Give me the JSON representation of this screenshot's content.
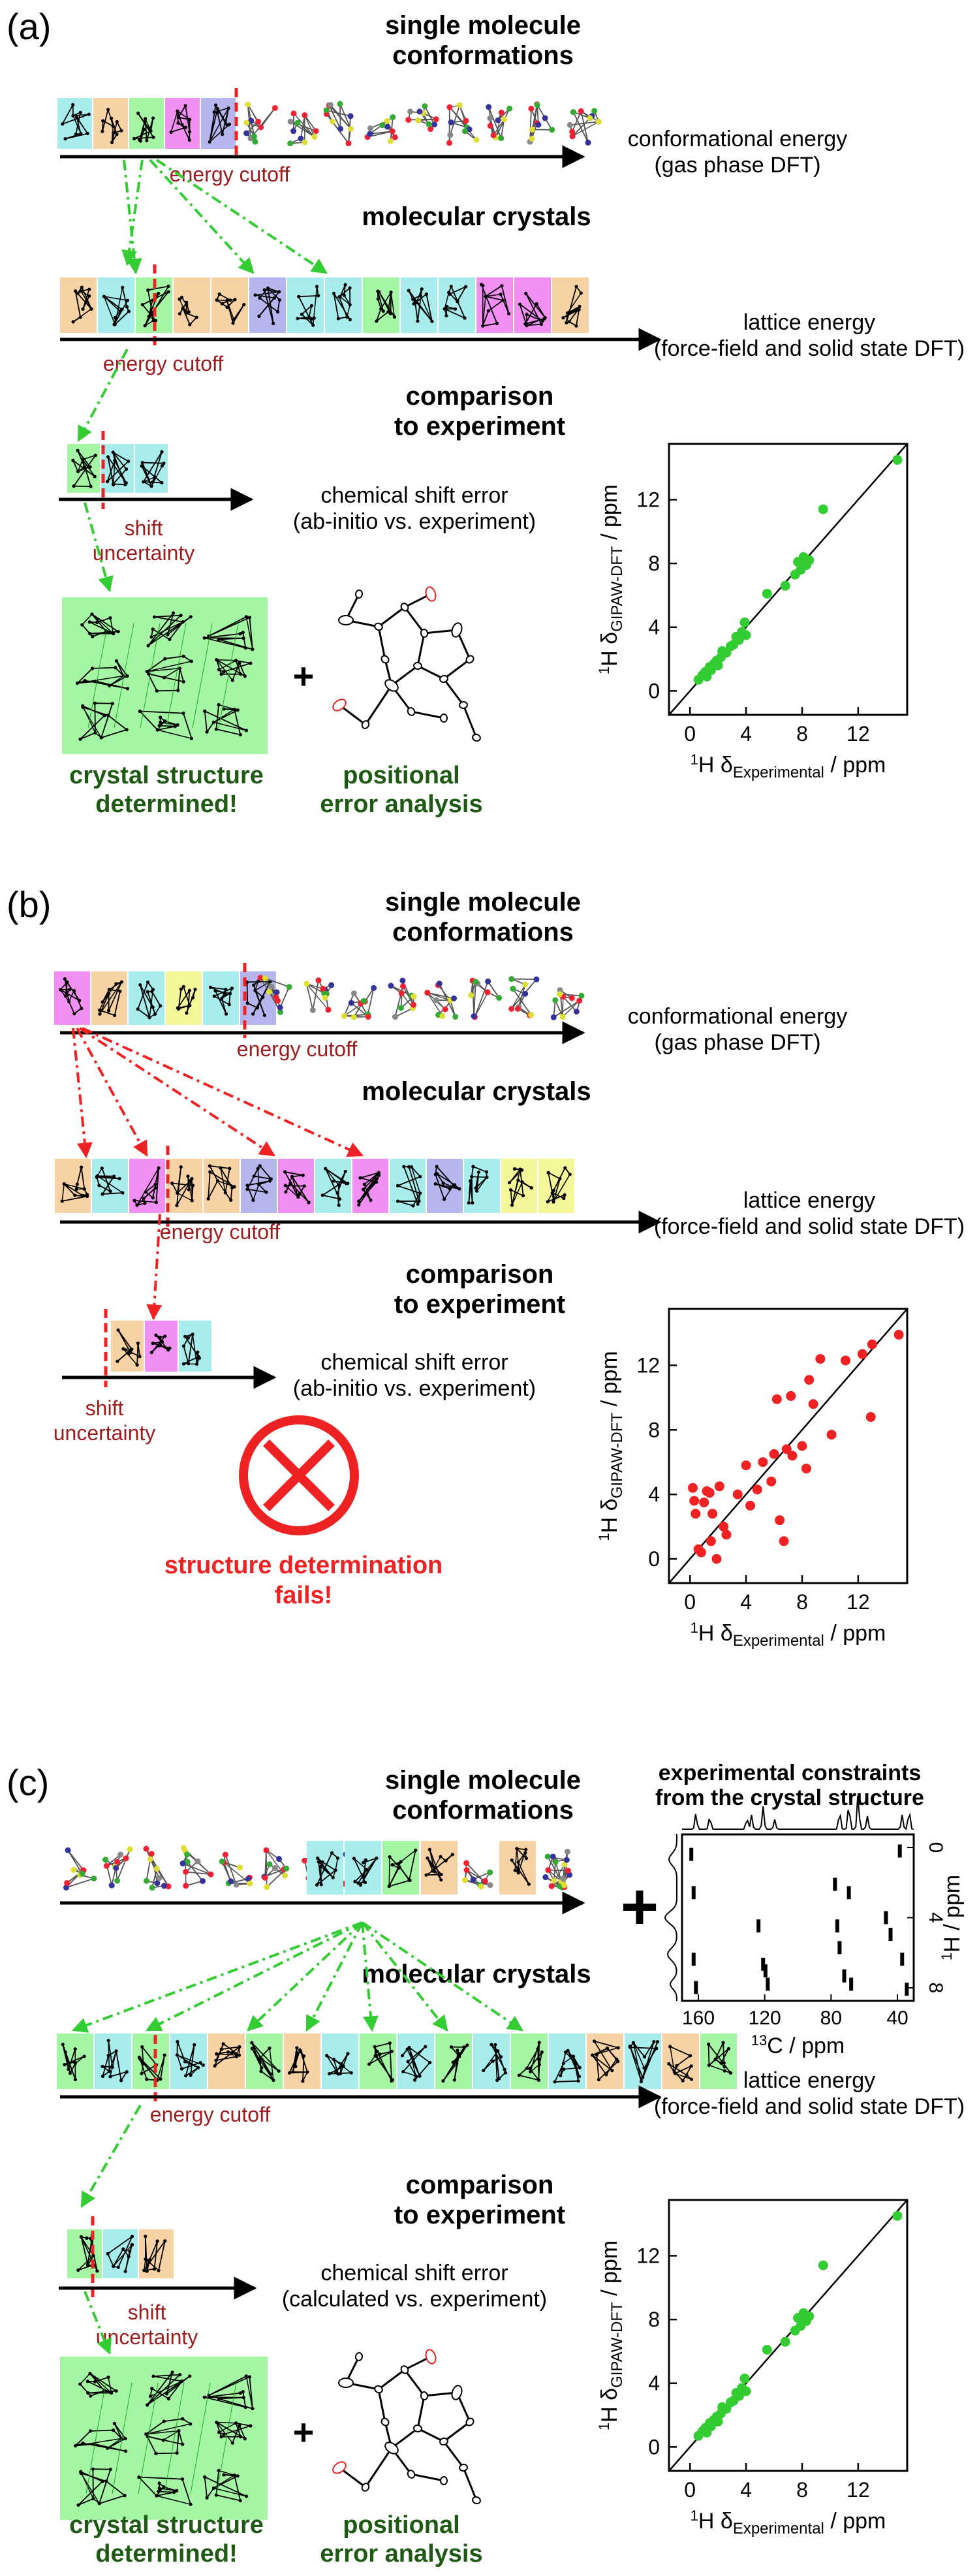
{
  "panels": [
    {
      "letter": "(a)",
      "single_title": [
        "single molecule",
        "conformations"
      ],
      "conf_energy": [
        "conformational energy",
        "(gas phase DFT)"
      ],
      "energy_cutoff_1": "energy cutoff",
      "crystals_title": "molecular crystals",
      "lattice_energy": [
        "lattice energy",
        "(force-field and  solid state DFT)"
      ],
      "energy_cutoff_2": "energy cutoff",
      "comparison_title": [
        "comparison",
        "to experiment"
      ],
      "shift_error": [
        "chemical shift error",
        "(ab-initio vs. experiment)"
      ],
      "shift_uncertainty": [
        "shift",
        "uncertainty"
      ],
      "outcome": [
        "crystal structure",
        "determined!"
      ],
      "plus": "+",
      "error_analysis": [
        "positional",
        "error analysis"
      ]
    },
    {
      "letter": "(b)",
      "single_title": [
        "single molecule",
        "conformations"
      ],
      "conf_energy": [
        "conformational energy",
        "(gas phase DFT)"
      ],
      "energy_cutoff_1": "energy cutoff",
      "crystals_title": "molecular crystals",
      "lattice_energy": [
        "lattice energy",
        "(force-field and solid state DFT)"
      ],
      "energy_cutoff_2": "energy cutoff",
      "comparison_title": [
        "comparison",
        "to experiment"
      ],
      "shift_error": [
        "chemical shift error",
        "(ab-initio vs. experiment)"
      ],
      "shift_uncertainty": [
        "shift",
        "uncertainty"
      ],
      "outcome": [
        "structure determination",
        "fails!"
      ]
    },
    {
      "letter": "(c)",
      "single_title": [
        "single molecule",
        "conformations"
      ],
      "plus": "+",
      "constraints_title": [
        "experimental constraints",
        "from the crystal structure"
      ],
      "hsqc_xlabel": "13C / ppm",
      "hsqc_ylabel": "1H / ppm",
      "hsqc_xticks": [
        "160",
        "120",
        "80",
        "40"
      ],
      "hsqc_yticks": [
        "0",
        "4",
        "8"
      ],
      "crystals_title": "molecular crystals",
      "lattice_energy": [
        "lattice energy",
        "(force-field and  solid state DFT)"
      ],
      "energy_cutoff_2": "energy cutoff",
      "comparison_title": [
        "comparison",
        "to experiment"
      ],
      "shift_error": [
        "chemical shift error",
        "(calculated vs. experiment)"
      ],
      "shift_uncertainty": [
        "shift",
        "uncertainty"
      ],
      "outcome": [
        "crystal structure",
        "determined!"
      ],
      "plus2": "+",
      "error_analysis": [
        "positional",
        "error analysis"
      ]
    }
  ],
  "colors": {
    "green": "#33cc33",
    "red": "#ee2222",
    "dark_red": "#9b1c1c",
    "dark_green": "#1f5a14",
    "box_green": "#a4f5a4",
    "box_cyan": "#a8ecec",
    "box_orange": "#f7d2a4",
    "box_magenta": "#f28ff2",
    "box_purple": "#b6b6ee",
    "box_yellow": "#f5f59a"
  },
  "chart_data": [
    {
      "type": "scatter",
      "panel": "(a)",
      "xlabel_prefix": "1H δ",
      "xlabel_sub": "Experimental",
      "xlabel_suffix": " / ppm",
      "ylabel_prefix": "1H δ",
      "ylabel_sub": "GIPAW-DFT",
      "ylabel_suffix": " / ppm",
      "xlim": [
        -1.5,
        15.5
      ],
      "ylim": [
        -1.5,
        15.5
      ],
      "xticks": [
        "0",
        "4",
        "8",
        "12"
      ],
      "yticks": [
        "0",
        "4",
        "8",
        "12"
      ],
      "diagonal": true,
      "color": "#33cc33",
      "points": [
        [
          0.6,
          0.7
        ],
        [
          0.9,
          1.0
        ],
        [
          1.1,
          1.2
        ],
        [
          1.2,
          0.9
        ],
        [
          1.4,
          1.5
        ],
        [
          1.5,
          1.3
        ],
        [
          1.7,
          1.7
        ],
        [
          1.9,
          1.9
        ],
        [
          2.0,
          1.6
        ],
        [
          2.2,
          2.1
        ],
        [
          2.3,
          2.5
        ],
        [
          2.6,
          2.4
        ],
        [
          2.9,
          2.8
        ],
        [
          3.1,
          2.9
        ],
        [
          3.3,
          3.4
        ],
        [
          3.5,
          3.2
        ],
        [
          3.7,
          3.7
        ],
        [
          3.9,
          4.3
        ],
        [
          4.0,
          3.5
        ],
        [
          5.5,
          6.1
        ],
        [
          6.8,
          6.6
        ],
        [
          7.5,
          7.3
        ],
        [
          7.7,
          8.1
        ],
        [
          7.9,
          7.6
        ],
        [
          8.1,
          8.4
        ],
        [
          8.3,
          7.9
        ],
        [
          8.5,
          8.2
        ],
        [
          9.5,
          11.4
        ],
        [
          14.8,
          14.5
        ]
      ]
    },
    {
      "type": "scatter",
      "panel": "(b)",
      "xlabel_prefix": "1H δ",
      "xlabel_sub": "Experimental",
      "xlabel_suffix": " / ppm",
      "ylabel_prefix": "1H δ",
      "ylabel_sub": "GIPAW-DFT",
      "ylabel_suffix": " / ppm",
      "xlim": [
        -1.5,
        15.5
      ],
      "ylim": [
        -1.5,
        15.5
      ],
      "xticks": [
        "0",
        "4",
        "8",
        "12"
      ],
      "yticks": [
        "0",
        "4",
        "8",
        "12"
      ],
      "diagonal": true,
      "color": "#ee2222",
      "points": [
        [
          0.2,
          4.4
        ],
        [
          0.3,
          3.6
        ],
        [
          0.4,
          2.8
        ],
        [
          0.6,
          0.6
        ],
        [
          0.8,
          0.4
        ],
        [
          1.0,
          3.5
        ],
        [
          1.2,
          4.2
        ],
        [
          1.4,
          4.1
        ],
        [
          1.5,
          1.1
        ],
        [
          1.6,
          2.8
        ],
        [
          1.9,
          0.0
        ],
        [
          2.1,
          4.5
        ],
        [
          2.4,
          2.0
        ],
        [
          2.6,
          1.5
        ],
        [
          3.4,
          4.0
        ],
        [
          4.0,
          5.8
        ],
        [
          4.3,
          3.3
        ],
        [
          4.8,
          4.3
        ],
        [
          5.2,
          6.0
        ],
        [
          5.8,
          4.8
        ],
        [
          6.0,
          6.5
        ],
        [
          6.2,
          9.9
        ],
        [
          6.4,
          2.4
        ],
        [
          6.7,
          1.1
        ],
        [
          6.9,
          6.8
        ],
        [
          7.2,
          10.1
        ],
        [
          7.3,
          6.4
        ],
        [
          8.0,
          7.0
        ],
        [
          8.3,
          5.6
        ],
        [
          8.5,
          11.1
        ],
        [
          8.8,
          9.6
        ],
        [
          9.3,
          12.4
        ],
        [
          10.1,
          7.7
        ],
        [
          11.1,
          12.3
        ],
        [
          12.3,
          12.7
        ],
        [
          12.9,
          8.8
        ],
        [
          13.0,
          13.3
        ],
        [
          14.9,
          13.9
        ]
      ]
    },
    {
      "type": "scatter",
      "panel": "(c)",
      "xlabel_prefix": "1H δ",
      "xlabel_sub": "Experimental",
      "xlabel_suffix": " / ppm",
      "ylabel_prefix": "1H δ",
      "ylabel_sub": "GIPAW-DFT",
      "ylabel_suffix": " / ppm",
      "xlim": [
        -1.5,
        15.5
      ],
      "ylim": [
        -1.5,
        15.5
      ],
      "xticks": [
        "0",
        "4",
        "8",
        "12"
      ],
      "yticks": [
        "0",
        "4",
        "8",
        "12"
      ],
      "diagonal": true,
      "color": "#33cc33",
      "points": [
        [
          0.6,
          0.7
        ],
        [
          0.9,
          1.0
        ],
        [
          1.1,
          1.2
        ],
        [
          1.2,
          0.9
        ],
        [
          1.4,
          1.5
        ],
        [
          1.5,
          1.3
        ],
        [
          1.7,
          1.7
        ],
        [
          1.9,
          1.9
        ],
        [
          2.0,
          1.6
        ],
        [
          2.2,
          2.1
        ],
        [
          2.3,
          2.5
        ],
        [
          2.6,
          2.4
        ],
        [
          2.9,
          2.8
        ],
        [
          3.1,
          2.9
        ],
        [
          3.3,
          3.4
        ],
        [
          3.5,
          3.2
        ],
        [
          3.7,
          3.7
        ],
        [
          3.9,
          4.3
        ],
        [
          4.0,
          3.5
        ],
        [
          5.5,
          6.1
        ],
        [
          6.8,
          6.6
        ],
        [
          7.5,
          7.3
        ],
        [
          7.7,
          8.1
        ],
        [
          7.9,
          7.6
        ],
        [
          8.1,
          8.4
        ],
        [
          8.3,
          7.9
        ],
        [
          8.5,
          8.2
        ],
        [
          9.5,
          11.4
        ],
        [
          14.8,
          14.5
        ]
      ]
    }
  ]
}
